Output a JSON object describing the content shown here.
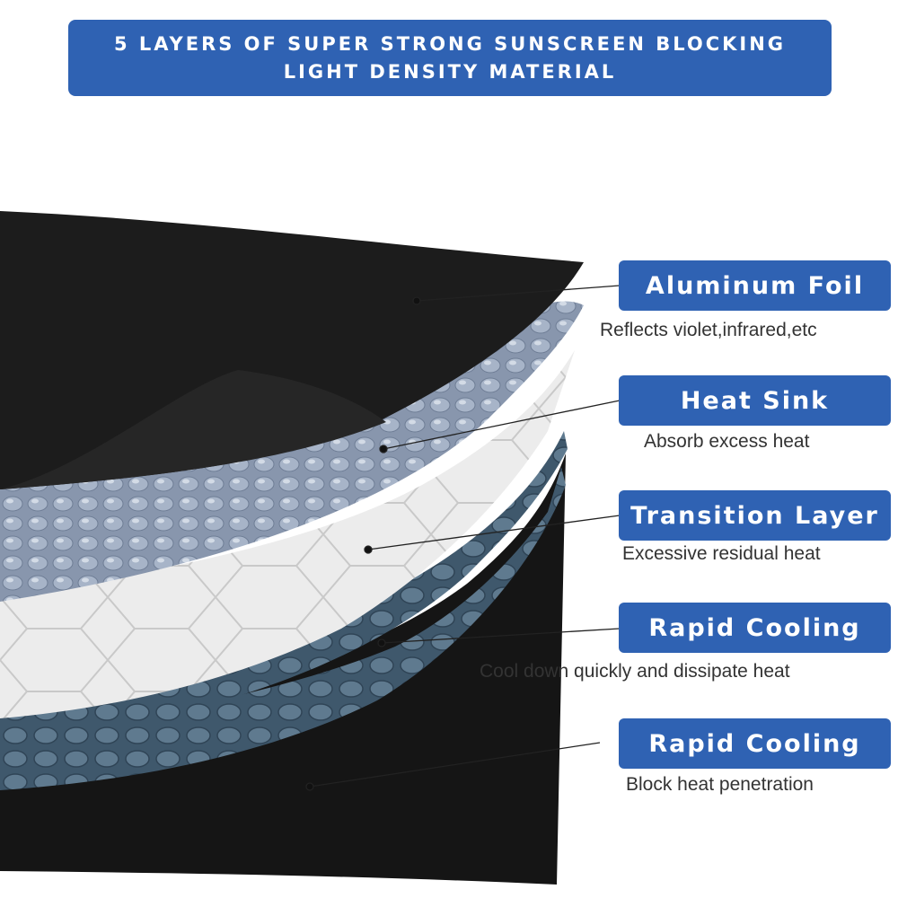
{
  "title": "5 LAYERS OF SUPER STRONG SUNSCREEN BLOCKING LIGHT DENSITY MATERIAL",
  "layers": [
    {
      "name": "Aluminum Foil",
      "description": "Reflects violet,infrared,etc"
    },
    {
      "name": "Heat Sink",
      "description": "Absorb excess heat"
    },
    {
      "name": "Transition Layer",
      "description": "Excessive residual heat"
    },
    {
      "name": "Rapid Cooling",
      "description": "Cool down quickly and dissipate heat"
    },
    {
      "name": "Rapid Cooling",
      "description": "Block heat penetration"
    }
  ],
  "colors": {
    "banner": "#2f62b3",
    "top_layer": "#1c1c1c",
    "bubble_layer": "#8a99b0",
    "white_layer": "#ebebeb",
    "mesh_layer": "#4a6478",
    "bottom_layer": "#151515"
  }
}
